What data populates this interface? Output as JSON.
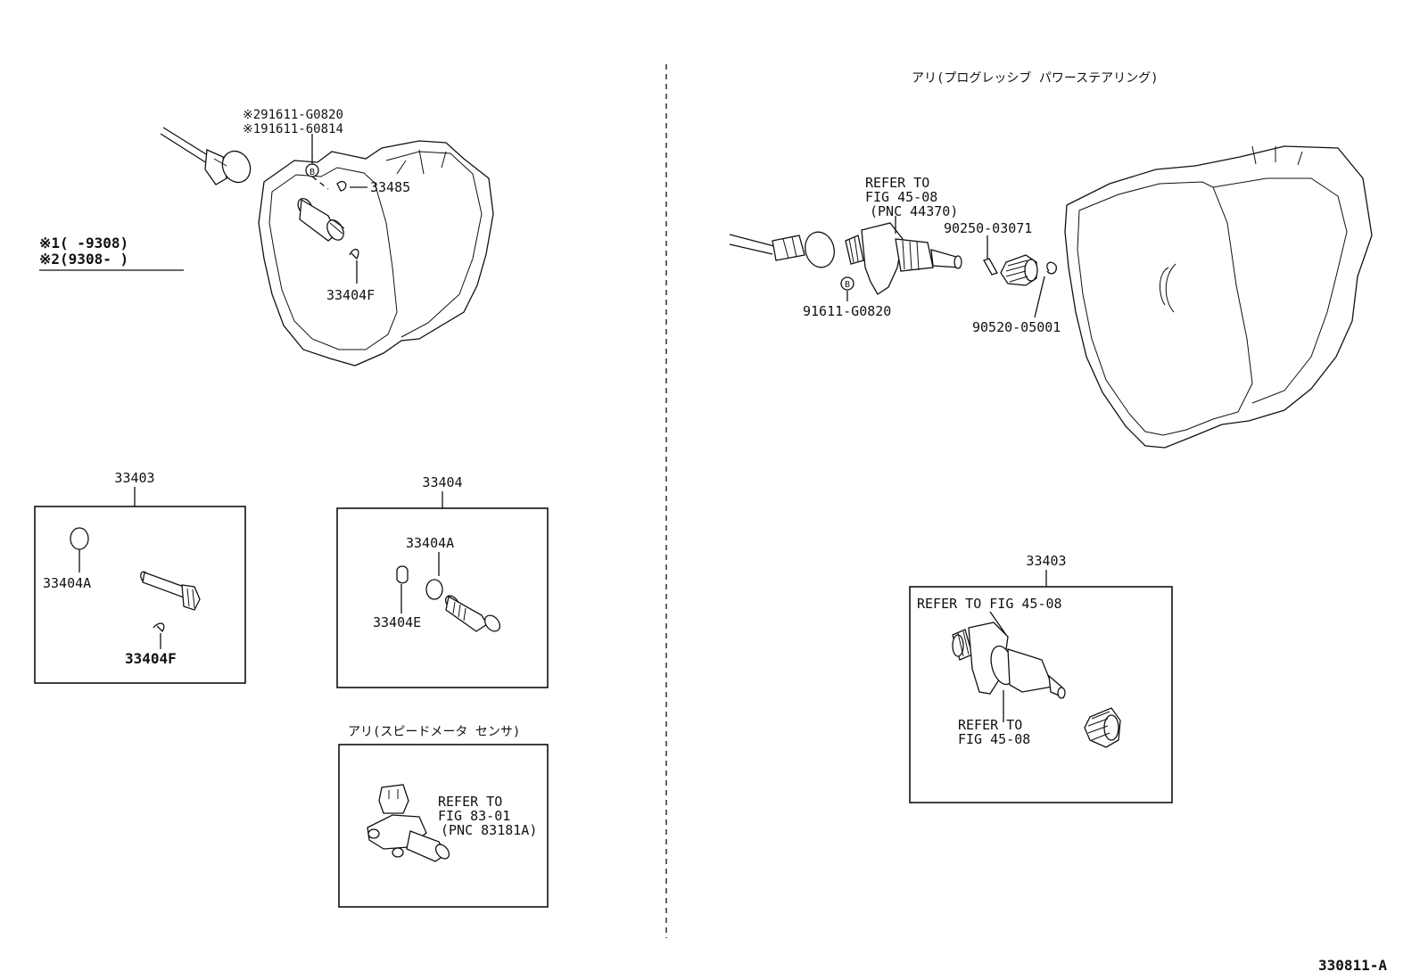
{
  "figure_code": "330811-A",
  "legend": {
    "line1": "※1(     -9308)",
    "line2": "※2(9308-      )"
  },
  "left_top": {
    "bolt_label_1": "※291611-G0820",
    "bolt_label_2": "※191611-60814",
    "bolt_marker": "B",
    "part_33485": "33485",
    "part_33404F": "33404F"
  },
  "box_33403_left": {
    "title": "33403",
    "part_a": "33404A",
    "part_f": "33404F"
  },
  "box_33404": {
    "title": "33404",
    "part_a": "33404A",
    "part_e": "33404E"
  },
  "box_sensor": {
    "header": "アリ(スピードメータ センサ)",
    "ref_line1": "REFER TO",
    "ref_line2": "FIG 83-01",
    "ref_line3": "(PNC 83181A)"
  },
  "right_top": {
    "header": "アリ(プログレッシブ パワーステアリング)",
    "ref_line1": "REFER TO",
    "ref_line2": "FIG 45-08",
    "ref_line3": "(PNC 44370)",
    "part_90250": "90250-03071",
    "part_90520": "90520-05001",
    "part_91611": "91611-G0820",
    "bolt_marker": "B"
  },
  "box_33403_right": {
    "title": "33403",
    "ref_top": "REFER TO FIG 45-08",
    "ref_bottom_1": "REFER TO",
    "ref_bottom_2": "FIG 45-08"
  }
}
